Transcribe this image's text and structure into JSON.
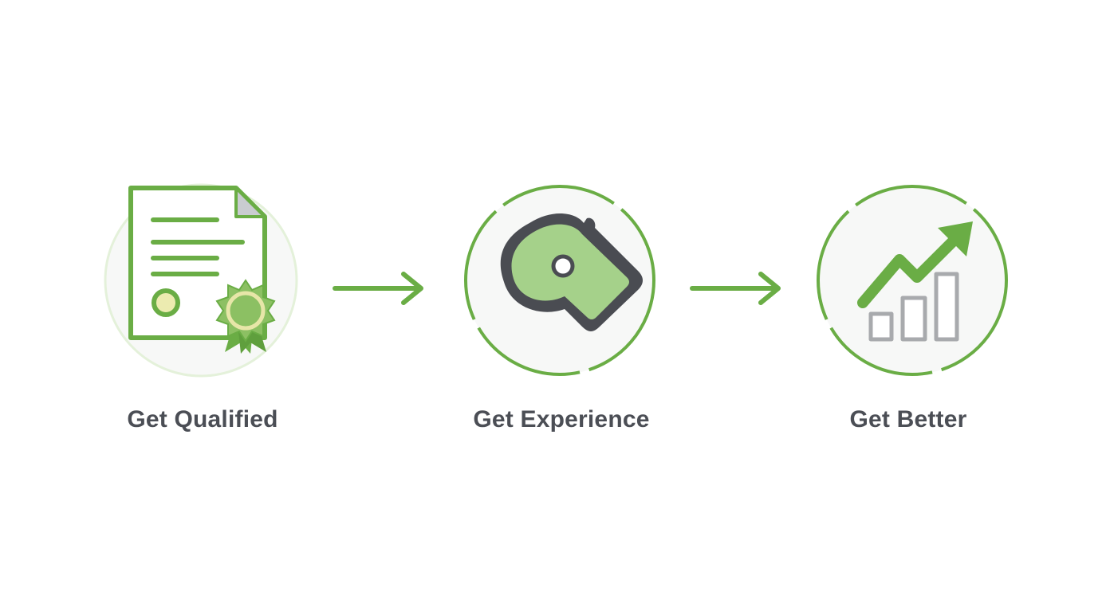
{
  "colors": {
    "green": "#6aad45",
    "green_light": "#a5d18a",
    "green_pale": "#e4f1da",
    "circle_fill": "#f7f8f7",
    "gray_dark": "#4a4c52",
    "gray_mid": "#a8aaad",
    "label": "#4b4e55"
  },
  "steps": [
    {
      "label": "Get Qualified",
      "icon": "certificate-document-icon"
    },
    {
      "label": "Get Experience",
      "icon": "whistle-icon"
    },
    {
      "label": "Get Better",
      "icon": "growth-chart-icon"
    }
  ]
}
